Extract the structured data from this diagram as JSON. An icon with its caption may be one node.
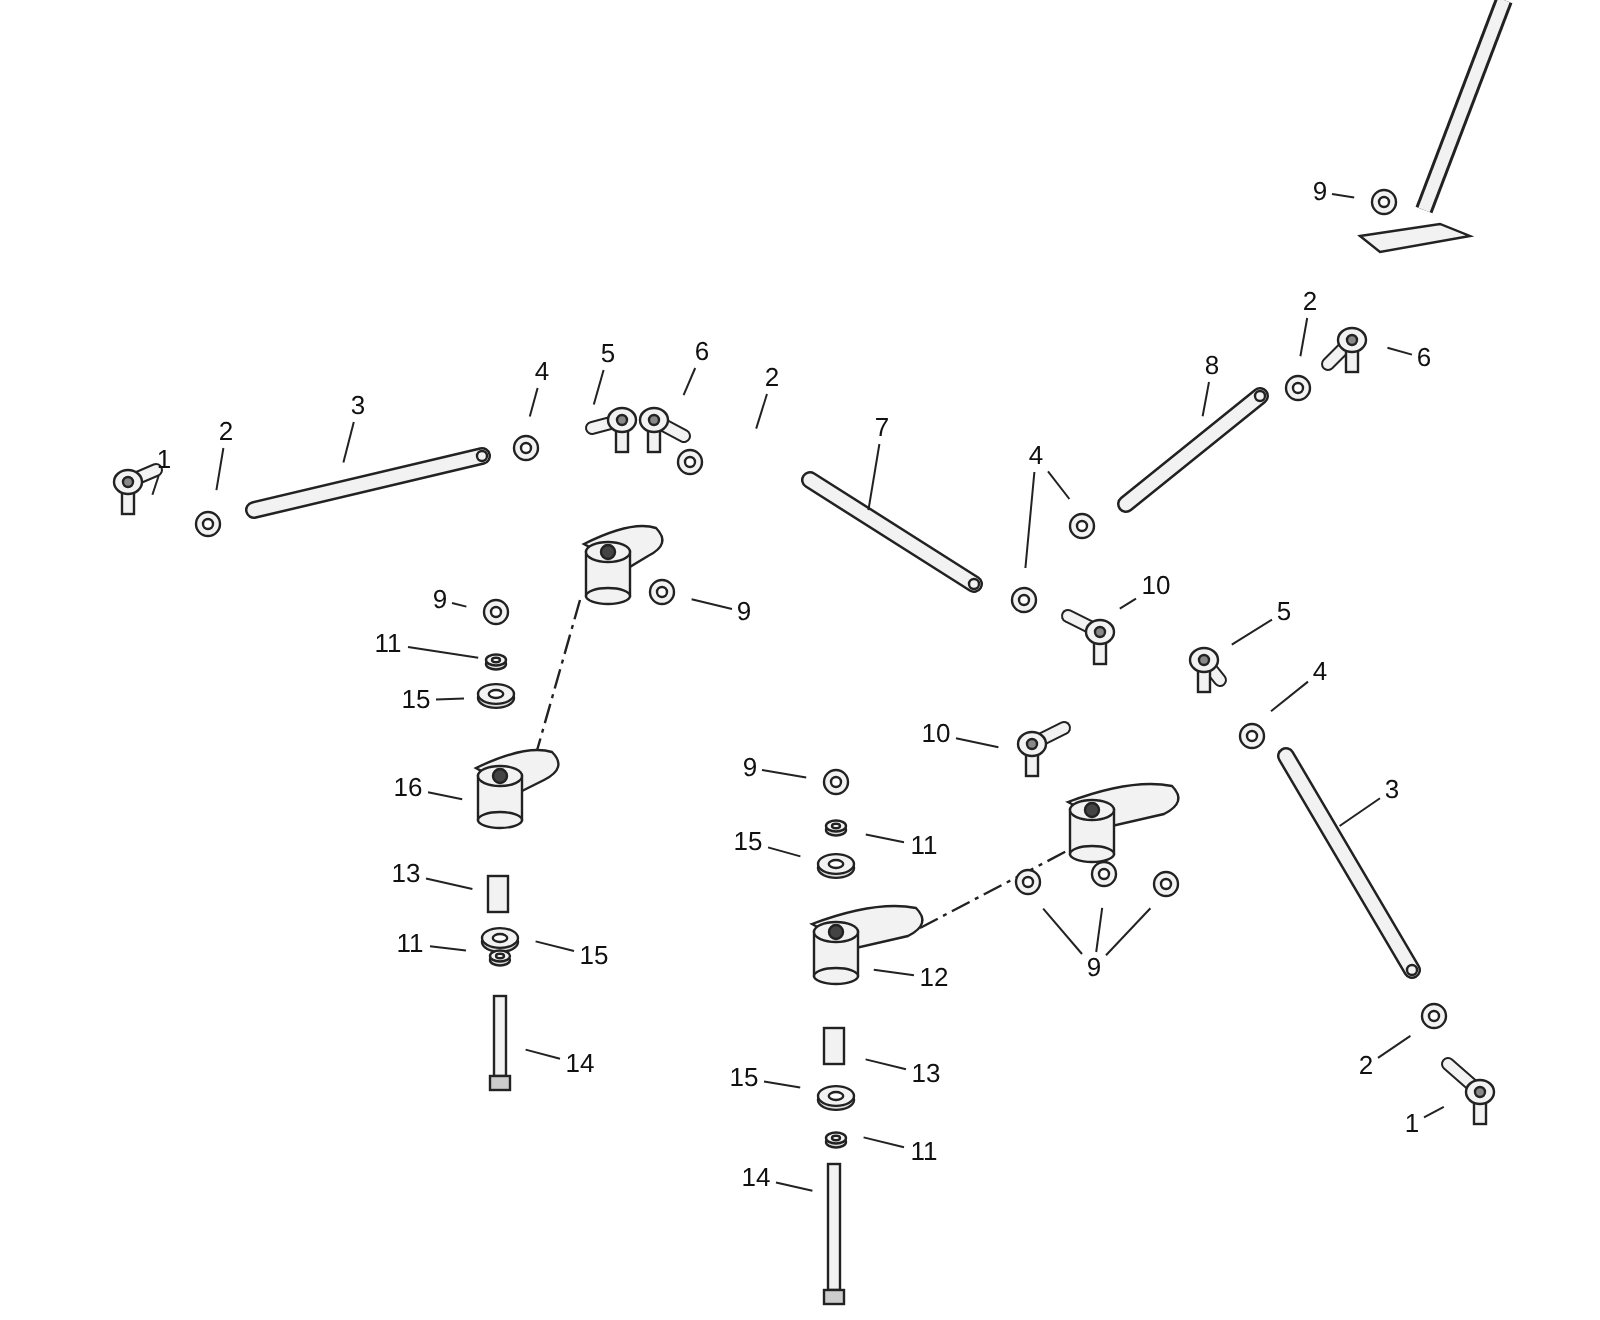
{
  "diagram": {
    "nodes": [
      {
        "text": [
          "1"
        ]
      },
      {
        "text": [
          "2"
        ]
      },
      {
        "text": [
          "3"
        ]
      },
      {
        "text": [
          "4"
        ]
      },
      {
        "text": [
          "5"
        ]
      },
      {
        "text": [
          "6"
        ]
      },
      {
        "text": [
          "2"
        ]
      },
      {
        "text": [
          "7"
        ]
      },
      {
        "text": [
          "9"
        ]
      },
      {
        "text": [
          "2"
        ]
      },
      {
        "text": [
          "6"
        ]
      },
      {
        "text": [
          "8"
        ]
      },
      {
        "text": [
          "4"
        ]
      },
      {
        "text": [
          "10"
        ]
      },
      {
        "text": [
          "5"
        ]
      },
      {
        "text": [
          "4"
        ]
      },
      {
        "text": [
          "9"
        ]
      },
      {
        "text": [
          "9"
        ]
      },
      {
        "text": [
          "11"
        ]
      },
      {
        "text": [
          "15"
        ]
      },
      {
        "text": [
          "3"
        ]
      },
      {
        "text": [
          "16"
        ]
      },
      {
        "text": [
          "10"
        ]
      },
      {
        "text": [
          "9"
        ]
      },
      {
        "text": [
          "11"
        ]
      },
      {
        "text": [
          "15"
        ]
      },
      {
        "text": [
          "13"
        ]
      },
      {
        "text": [
          "11"
        ]
      },
      {
        "text": [
          "15"
        ]
      },
      {
        "text": [
          "12"
        ]
      },
      {
        "text": [
          "9"
        ]
      },
      {
        "text": [
          "14"
        ]
      },
      {
        "text": [
          "13"
        ]
      },
      {
        "text": [
          "2"
        ]
      },
      {
        "text": [
          "15"
        ]
      },
      {
        "text": [
          "1"
        ]
      },
      {
        "text": [
          "11"
        ]
      },
      {
        "text": [
          "14"
        ]
      }
    ],
    "edges": [
      {
        "from": 0,
        "to": null,
        "arrow": "none"
      },
      {
        "from": 1,
        "to": null,
        "arrow": "none"
      },
      {
        "from": 2,
        "to": null,
        "arrow": "none"
      },
      {
        "from": 3,
        "to": null,
        "arrow": "none"
      },
      {
        "from": 4,
        "to": null,
        "arrow": "none"
      },
      {
        "from": 5,
        "to": null,
        "arrow": "none"
      },
      {
        "from": 6,
        "to": null,
        "arrow": "none"
      },
      {
        "from": 7,
        "to": null,
        "arrow": "none"
      },
      {
        "from": 8,
        "to": null,
        "arrow": "none"
      },
      {
        "from": 9,
        "to": null,
        "arrow": "none"
      },
      {
        "from": 10,
        "to": null,
        "arrow": "none"
      },
      {
        "from": 11,
        "to": null,
        "arrow": "none"
      },
      {
        "from": 12,
        "to": null,
        "arrow": "none"
      },
      {
        "from": 12,
        "to": null,
        "arrow": "none"
      },
      {
        "from": 13,
        "to": null,
        "arrow": "none"
      },
      {
        "from": 14,
        "to": null,
        "arrow": "none"
      },
      {
        "from": 15,
        "to": null,
        "arrow": "none"
      },
      {
        "from": 16,
        "to": null,
        "arrow": "none"
      },
      {
        "from": 17,
        "to": null,
        "arrow": "none"
      },
      {
        "from": 18,
        "to": null,
        "arrow": "none"
      },
      {
        "from": 19,
        "to": null,
        "arrow": "none"
      },
      {
        "from": 20,
        "to": null,
        "arrow": "none"
      },
      {
        "from": 21,
        "to": null,
        "arrow": "none"
      },
      {
        "from": 22,
        "to": null,
        "arrow": "none"
      },
      {
        "from": 23,
        "to": null,
        "arrow": "none"
      },
      {
        "from": 24,
        "to": null,
        "arrow": "none"
      },
      {
        "from": 25,
        "to": null,
        "arrow": "none"
      },
      {
        "from": 26,
        "to": null,
        "arrow": "none"
      },
      {
        "from": 27,
        "to": null,
        "arrow": "none"
      },
      {
        "from": 28,
        "to": null,
        "arrow": "none"
      },
      {
        "from": 29,
        "to": null,
        "arrow": "none"
      },
      {
        "from": 30,
        "to": null,
        "arrow": "none"
      },
      {
        "from": 30,
        "to": null,
        "arrow": "none"
      },
      {
        "from": 30,
        "to": null,
        "arrow": "none"
      },
      {
        "from": 31,
        "to": null,
        "arrow": "none"
      },
      {
        "from": 32,
        "to": null,
        "arrow": "none"
      },
      {
        "from": 33,
        "to": null,
        "arrow": "none"
      },
      {
        "from": 34,
        "to": null,
        "arrow": "none"
      },
      {
        "from": 35,
        "to": null,
        "arrow": "none"
      },
      {
        "from": 36,
        "to": null,
        "arrow": "none"
      },
      {
        "from": 37,
        "to": null,
        "arrow": "none"
      }
    ]
  }
}
